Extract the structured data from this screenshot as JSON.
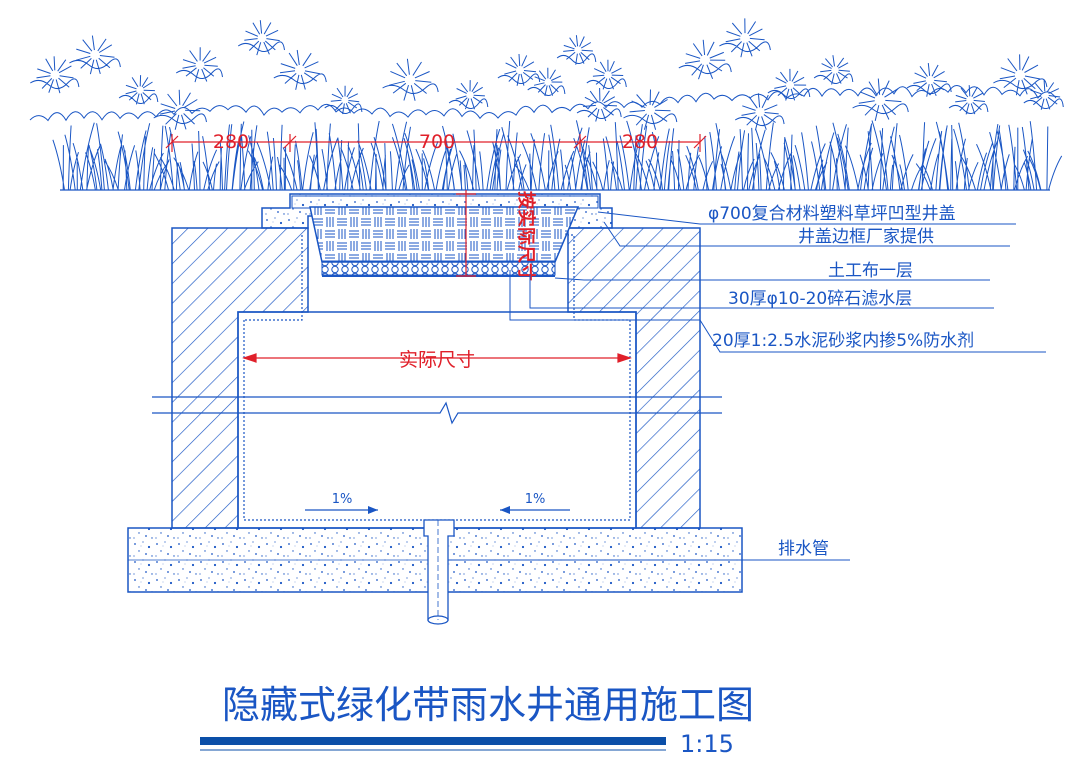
{
  "dimensions": {
    "left_width": "280",
    "center_width": "700",
    "right_width": "280",
    "cover_depth": "按实际尺寸",
    "inner_width": "实际尺寸"
  },
  "callouts": [
    "φ700复合材料塑料草坪凹型井盖",
    "井盖边框厂家提供",
    "土工布一层",
    "30厚φ10-20碎石滤水层",
    "20厚1:2.5水泥砂浆内掺5%防水剂",
    "排水管"
  ],
  "slopes": [
    "1%",
    "1%"
  ],
  "title": "隐藏式绿化带雨水井通用施工图",
  "scale": "1:15",
  "colors": {
    "line": "#1a56c4",
    "dimension": "#e0202a",
    "title_bar": "#0b4fa8"
  }
}
